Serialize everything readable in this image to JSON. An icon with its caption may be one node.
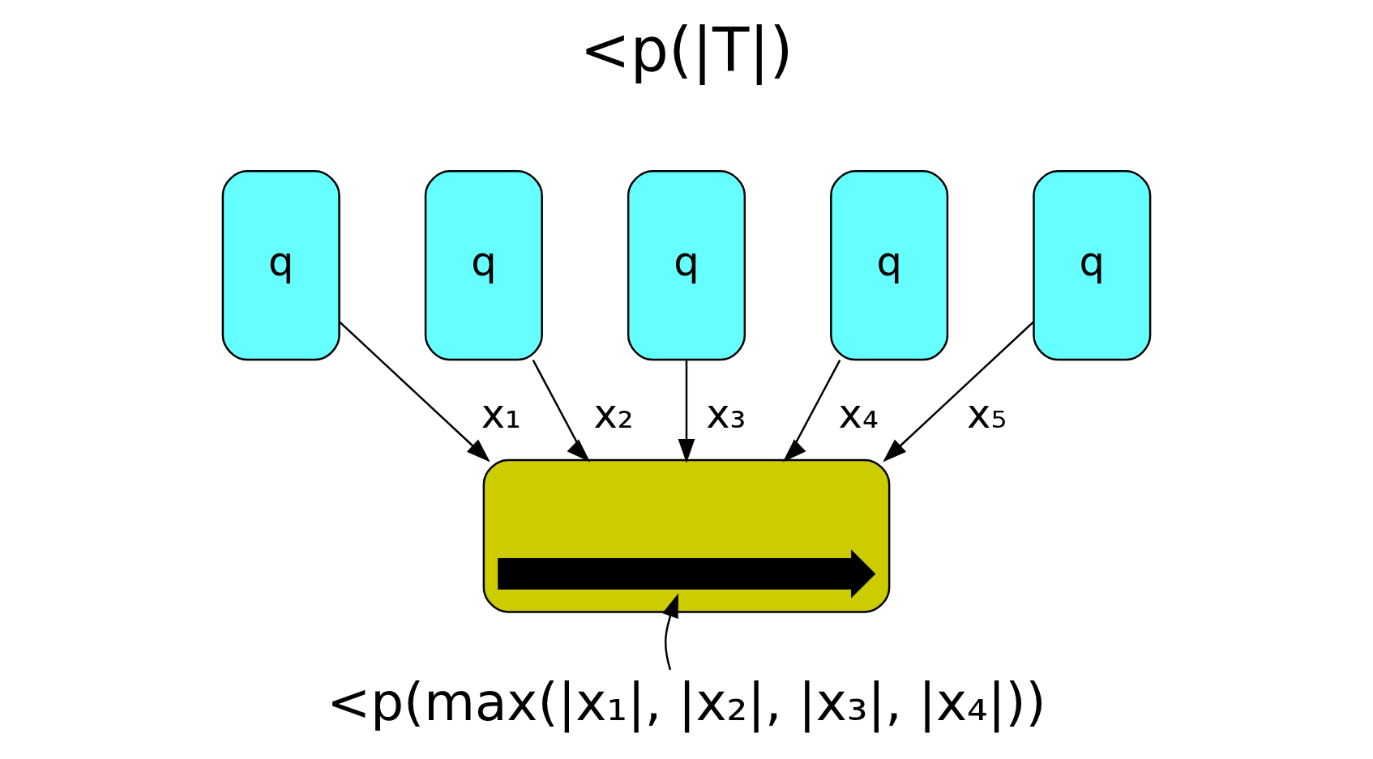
{
  "diagram": {
    "nodes": [
      {
        "text": [
          "q"
        ]
      },
      {
        "text": [
          "q"
        ]
      },
      {
        "text": [
          "q"
        ]
      },
      {
        "text": [
          "q"
        ]
      },
      {
        "text": [
          "q"
        ]
      },
      {
        "text": [],
        "shape": "box"
      },
      {
        "text": [],
        "shape": "arrow",
        "in": 5
      },
      {
        "text": [
          "<p(max(|x₁|, |x₂|, |x₃|, |x₄|))"
        ]
      }
    ],
    "edges": [
      {
        "from": 0,
        "to": 5,
        "arrow": "to",
        "label": "x₁"
      },
      {
        "from": 1,
        "to": 5,
        "arrow": "to",
        "label": "x₂"
      },
      {
        "from": 2,
        "to": 5,
        "arrow": "to",
        "label": "x₃"
      },
      {
        "from": 3,
        "to": 5,
        "arrow": "to",
        "label": "x₄"
      },
      {
        "from": 4,
        "to": 5,
        "arrow": "to",
        "label": "x₅"
      },
      {
        "from": 7,
        "to": 6,
        "arrow": "to"
      }
    ],
    "labels": [
      "<p(|T|)"
    ]
  }
}
